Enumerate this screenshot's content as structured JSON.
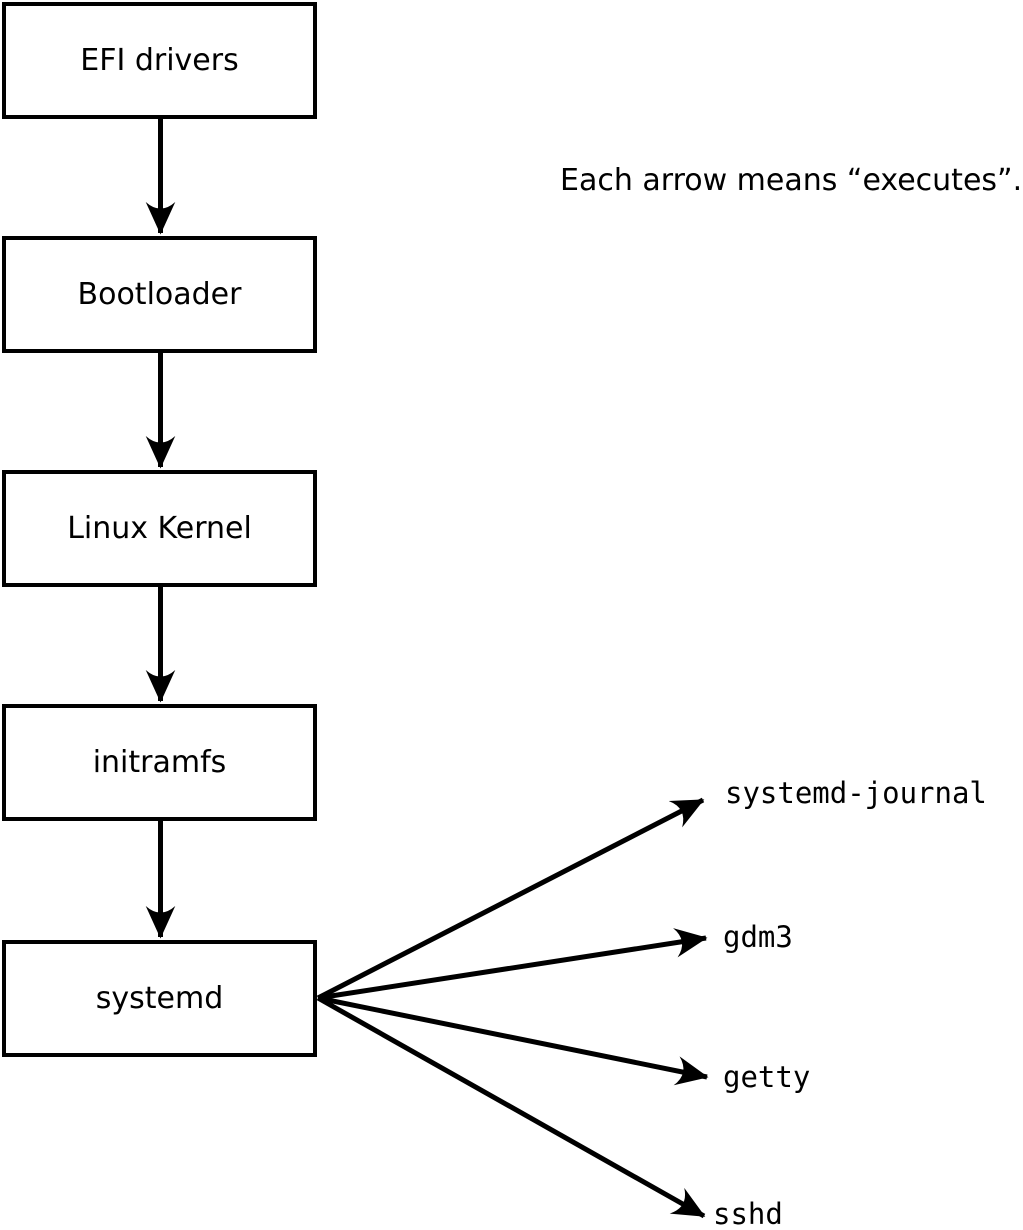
{
  "diagram": {
    "annotation": "Each arrow means “executes”.",
    "chain": [
      {
        "id": "efi-drivers",
        "label": "EFI drivers"
      },
      {
        "id": "bootloader",
        "label": "Bootloader"
      },
      {
        "id": "linux-kernel",
        "label": "Linux Kernel"
      },
      {
        "id": "initramfs",
        "label": "initramfs"
      },
      {
        "id": "systemd",
        "label": "systemd"
      }
    ],
    "children": [
      {
        "id": "systemd-journal",
        "label": "systemd-journal"
      },
      {
        "id": "gdm3",
        "label": "gdm3"
      },
      {
        "id": "getty",
        "label": "getty"
      },
      {
        "id": "sshd",
        "label": "sshd"
      }
    ],
    "colors": {
      "background": "#ffffff",
      "box_fill": "#ffffff",
      "box_border": "#000000",
      "line": "#000000",
      "text": "#000000"
    }
  }
}
